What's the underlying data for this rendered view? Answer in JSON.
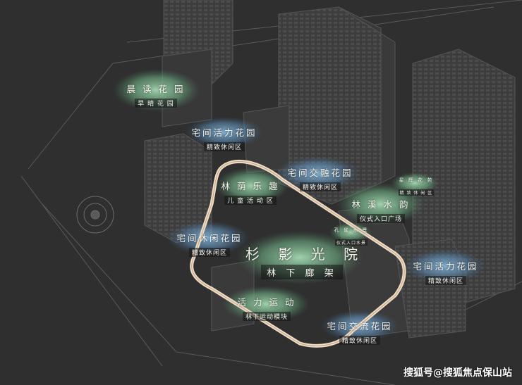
{
  "labels": {
    "morning_reading": {
      "title": "晨 读 花 园",
      "sub": "早 晴 花 园"
    },
    "vitality_garden_1": {
      "title": "宅间活力花园",
      "sub": "精致休闲区"
    },
    "exchange_garden_1": {
      "title": "宅间交融花园",
      "sub": "精致休闲区"
    },
    "forest_fun": {
      "title": "林 荫 乐 趣",
      "sub": "儿 童 活 动 区"
    },
    "water_rhyme": {
      "title": "林 溪 水 韵",
      "sub": "仪式入口广场"
    },
    "small_pavilion": {
      "title": "星 辉 花 苑",
      "sub": "精 致 休 闲 区"
    },
    "leisure_garden": {
      "title": "宅间休闲花园",
      "sub": "精致休闲区"
    },
    "water_corner": {
      "title": "孔 雀 水 景",
      "sub": "仪式入口水景"
    },
    "main_courtyard": {
      "title": "杉 影 光 院",
      "sub": "林 下 廊 架"
    },
    "vitality_garden_2": {
      "title": "宅间活力花园",
      "sub": "精致休闲区"
    },
    "sports": {
      "title": "活 力 运 动",
      "sub": "林下运动模块"
    },
    "exchange_garden_2": {
      "title": "宅间交流花园",
      "sub": "精致休闲区"
    }
  },
  "watermark": "搜狐号@搜狐焦点保山站",
  "colors": {
    "background": "#2f2f2f",
    "track": "#f1dcc3",
    "green_glow": "#8fcaa2",
    "blue_glow": "#7fb0d6"
  }
}
